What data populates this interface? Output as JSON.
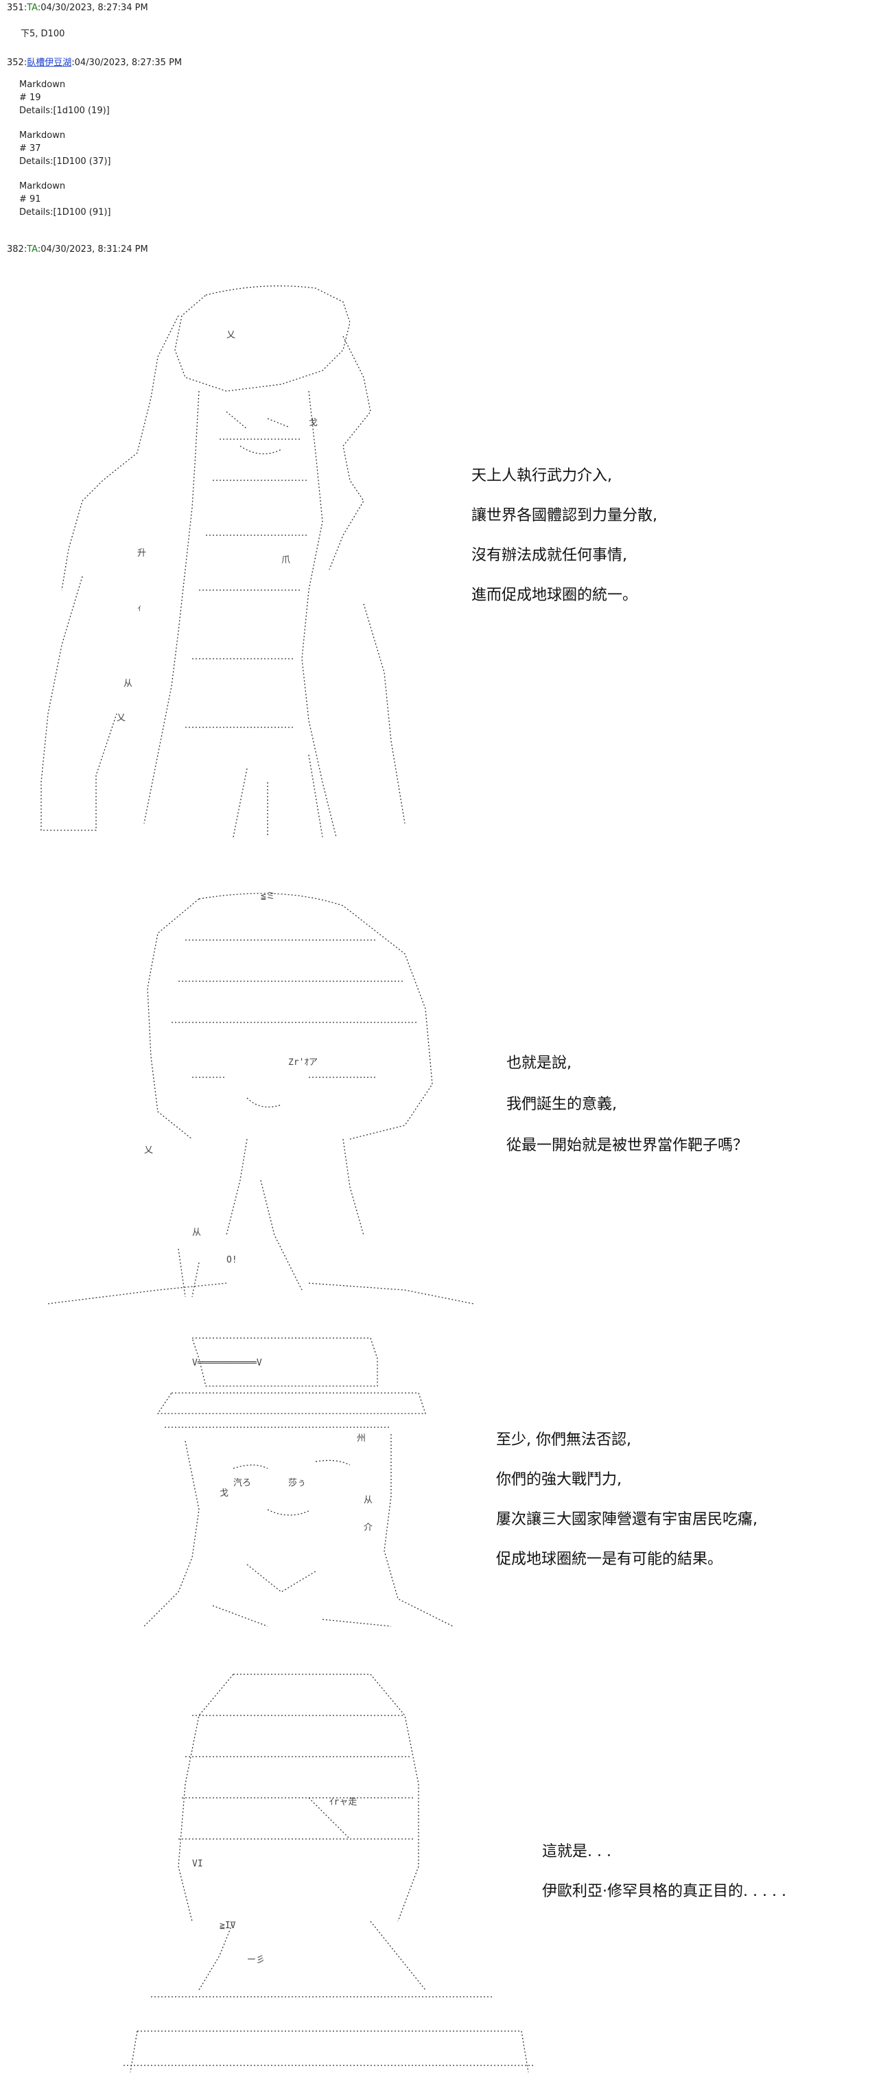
{
  "posts": [
    {
      "number": "351",
      "name": "TA",
      "datetime": "04/30/2023, 8:27:34 PM",
      "body": "下5, D100"
    },
    {
      "number": "352",
      "name": "臥槽伊豆湖",
      "datetime": "04/30/2023, 8:27:35 PM",
      "dice": [
        {
          "label": "Markdown",
          "hash": "# 19",
          "details": "Details:[1d100 (19)]"
        },
        {
          "label": "Markdown",
          "hash": "# 37",
          "details": "Details:[1D100 (37)]"
        },
        {
          "label": "Markdown",
          "hash": "# 91",
          "details": "Details:[1D100 (91)]"
        }
      ]
    },
    {
      "number": "382",
      "name": "TA",
      "datetime": "04/30/2023, 8:31:24 PM"
    }
  ],
  "panels": [
    {
      "lines": [
        "天上人執行武力介入,",
        "讓世界各國體認到力量分散,",
        "沒有辦法成就任何事情,",
        "進而促成地球圈的統一。"
      ]
    },
    {
      "lines": [
        "也就是說,",
        "我們誕生的意義,",
        "從最一開始就是被世界當作靶子嗎？"
      ]
    },
    {
      "lines": [
        "至少, 你們無法否認,",
        "你們的強大戰鬥力,",
        "屢次讓三大國家陣營還有宇宙居民吃癟,",
        "促成地球圈統一是有可能的結果。"
      ]
    },
    {
      "lines": [
        "這就是. . .",
        "伊歐利亞·修罕貝格的真正目的. . . . ."
      ]
    }
  ]
}
